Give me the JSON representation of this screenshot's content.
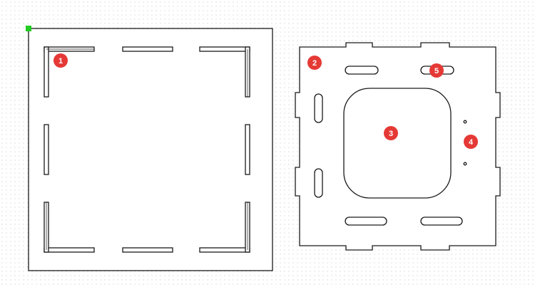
{
  "markers": [
    {
      "id": "1",
      "label": "1"
    },
    {
      "id": "2",
      "label": "2"
    },
    {
      "id": "3",
      "label": "3"
    },
    {
      "id": "4",
      "label": "4"
    },
    {
      "id": "5",
      "label": "5"
    }
  ],
  "colors": {
    "background": "#ffffff",
    "grid_dot": "#c8c8c8",
    "stroke": "#1a1a1a",
    "marker_fill": "#e53935",
    "origin_handle": "#22cc22"
  }
}
